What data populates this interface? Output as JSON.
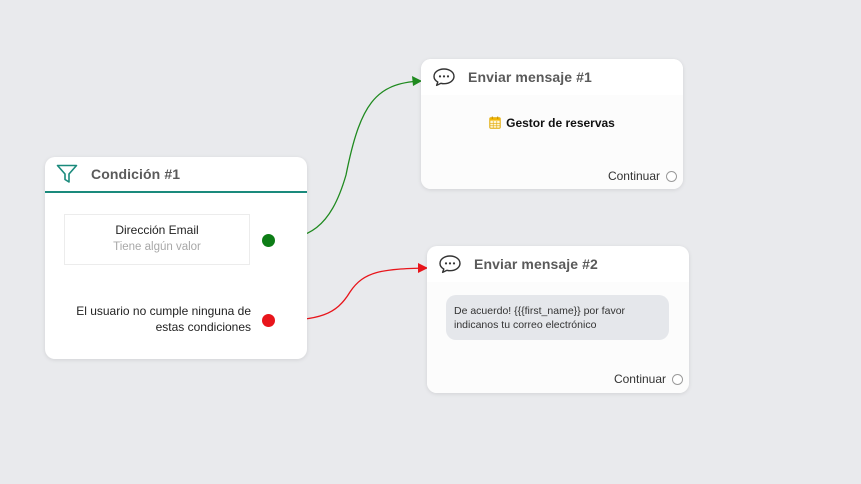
{
  "condition_node": {
    "title": "Condición #1",
    "rule": {
      "field": "Dirección Email",
      "operator": "Tiene algún valor"
    },
    "else_text": "El usuario no cumple ninguna de estas condiciones",
    "colors": {
      "header_underline": "#1a8a7c",
      "true_port": "#0d7d16",
      "false_port": "#e8151b"
    }
  },
  "message_node_1": {
    "title": "Enviar mensaje #1",
    "menu_item": "Gestor de reservas",
    "menu_item_icon": "calendar-icon",
    "continue_label": "Continuar"
  },
  "message_node_2": {
    "title": "Enviar mensaje #2",
    "message_text": "De acuerdo! {{{first_name}} por favor indicanos tu correo electrónico",
    "continue_label": "Continuar"
  },
  "connections": [
    {
      "from": "condition_node.rule",
      "to": "message_node_1",
      "color": "#1f8a1f"
    },
    {
      "from": "condition_node.else",
      "to": "message_node_2",
      "color": "#e8151b"
    }
  ],
  "icons": {
    "condition": "funnel-icon",
    "message": "chat-bubble-icon"
  }
}
